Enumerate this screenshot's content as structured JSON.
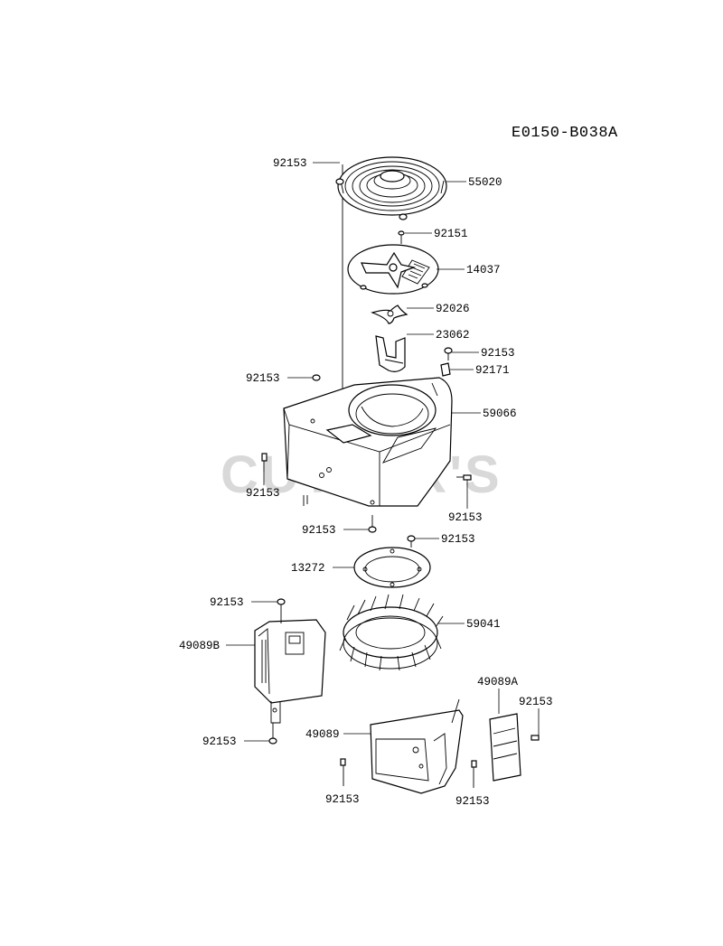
{
  "diagram_code": "E0150-B038A",
  "watermark": "CUTLER'S",
  "parts": [
    {
      "id": "p-92153-top",
      "label": "92153"
    },
    {
      "id": "p-55020",
      "label": "55020"
    },
    {
      "id": "p-92151",
      "label": "92151"
    },
    {
      "id": "p-14037",
      "label": "14037"
    },
    {
      "id": "p-92026",
      "label": "92026"
    },
    {
      "id": "p-23062",
      "label": "23062"
    },
    {
      "id": "p-92153-r1",
      "label": "92153"
    },
    {
      "id": "p-92171",
      "label": "92171"
    },
    {
      "id": "p-92153-l1",
      "label": "92153"
    },
    {
      "id": "p-59066",
      "label": "59066"
    },
    {
      "id": "p-92153-l2",
      "label": "92153"
    },
    {
      "id": "p-92153-r2",
      "label": "92153"
    },
    {
      "id": "p-92153-c1",
      "label": "92153"
    },
    {
      "id": "p-92153-c2",
      "label": "92153"
    },
    {
      "id": "p-13272",
      "label": "13272"
    },
    {
      "id": "p-92153-l3",
      "label": "92153"
    },
    {
      "id": "p-59041",
      "label": "59041"
    },
    {
      "id": "p-49089B",
      "label": "49089B"
    },
    {
      "id": "p-49089A",
      "label": "49089A"
    },
    {
      "id": "p-92153-r3",
      "label": "92153"
    },
    {
      "id": "p-92153-l4",
      "label": "92153"
    },
    {
      "id": "p-49089",
      "label": "49089"
    },
    {
      "id": "p-92153-b1",
      "label": "92153"
    },
    {
      "id": "p-92153-b2",
      "label": "92153"
    }
  ]
}
